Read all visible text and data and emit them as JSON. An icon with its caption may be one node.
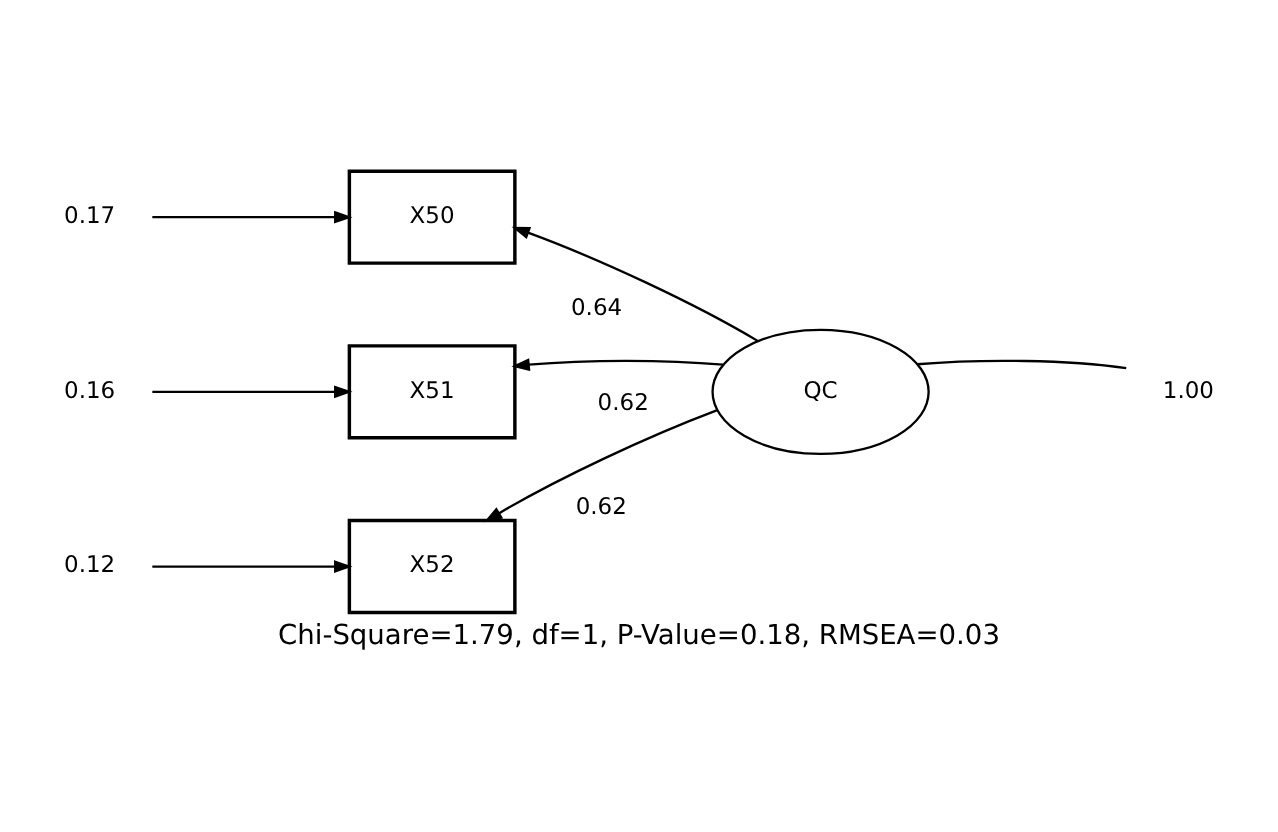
{
  "diagram": {
    "caption": "Chi-Square=1.79, df=1, P-Value=0.18, RMSEA=0.03",
    "nodes": [
      {
        "text": [
          "0.17"
        ]
      },
      {
        "text": [
          "X50"
        ]
      },
      {
        "text": [
          "0.16"
        ]
      },
      {
        "text": [
          "X51"
        ]
      },
      {
        "text": [
          "QC"
        ]
      },
      {
        "text": [
          "1.00"
        ]
      },
      {
        "text": [
          "0.12"
        ]
      },
      {
        "text": [
          "X52"
        ]
      }
    ],
    "edges": [
      {
        "from": 0,
        "to": 1,
        "arrow": "to"
      },
      {
        "from": 4,
        "to": 1,
        "arrow": "to",
        "label": "0.64"
      },
      {
        "from": 2,
        "to": 3,
        "arrow": "to"
      },
      {
        "from": 4,
        "to": 3,
        "arrow": "to",
        "label": "0.62"
      },
      {
        "from": 4,
        "to": 7,
        "arrow": "to",
        "label": "0.62"
      },
      {
        "from": 4,
        "to": 5,
        "arrow": "none"
      },
      {
        "from": 6,
        "to": 7,
        "arrow": "to"
      }
    ]
  }
}
